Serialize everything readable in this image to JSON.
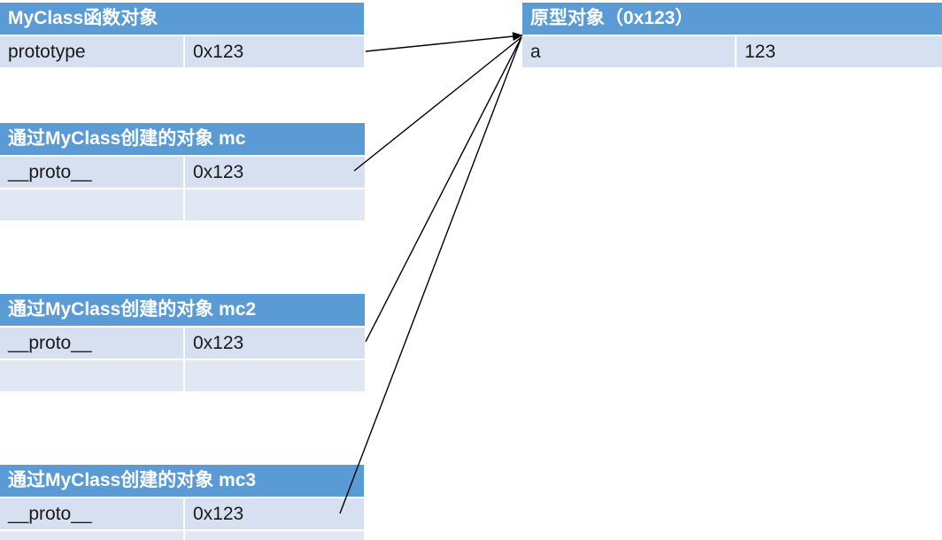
{
  "myclass": {
    "title": "MyClass函数对象",
    "key": "prototype",
    "value": "0x123"
  },
  "prototype_obj": {
    "title": "原型对象（0x123）",
    "key": "a",
    "value": "123"
  },
  "instances": [
    {
      "title": "通过MyClass创建的对象 mc",
      "key": "__proto__",
      "value": "0x123"
    },
    {
      "title": "通过MyClass创建的对象 mc2",
      "key": "__proto__",
      "value": "0x123"
    },
    {
      "title": "通过MyClass创建的对象 mc3",
      "key": "__proto__",
      "value": "0x123"
    }
  ]
}
